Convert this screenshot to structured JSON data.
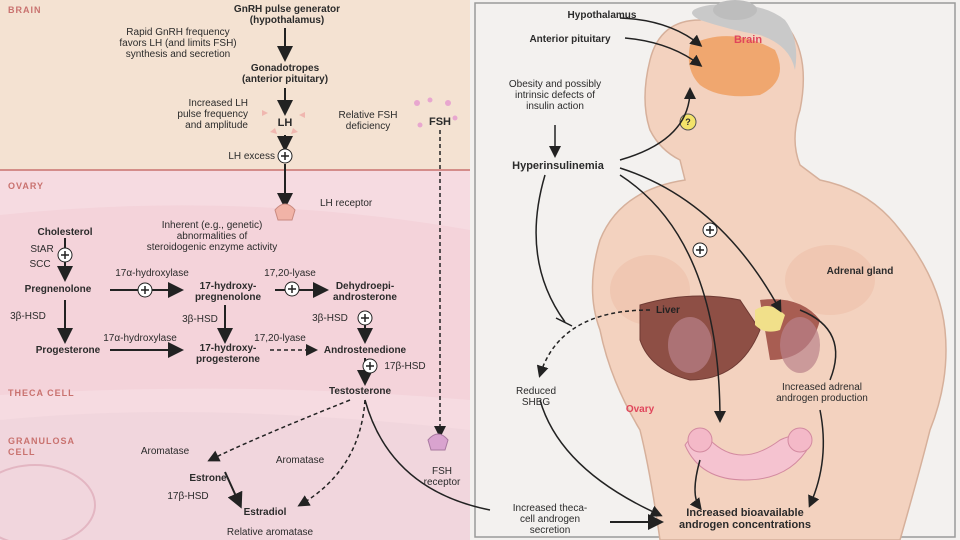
{
  "regions": {
    "brain": "BRAIN",
    "ovary": "OVARY",
    "theca": "THECA CELL",
    "granulosa": "GRANULOSA\nCELL"
  },
  "left": {
    "gnrh": "GnRH pulse generator\n(hypothalamus)",
    "rapid": "Rapid GnRH frequency\nfavors LH (and limits FSH)\nsynthesis and secretion",
    "gonadotropes": "Gonadotropes\n(anterior pituitary)",
    "increased_lh": "Increased LH\npulse frequency\nand amplitude",
    "lh": "LH",
    "relative_fsh": "Relative FSH\ndeficiency",
    "fsh": "FSH",
    "lh_excess": "LH excess",
    "lh_receptor": "LH receptor",
    "cholesterol": "Cholesterol",
    "inherent": "Inherent (e.g., genetic)\nabnormalities of\nsteroidogenic enzyme activity",
    "star": "StAR",
    "scc": "SCC",
    "hydroxylase_top": "17α-hydroxylase",
    "lyase_top": "17,20-lyase",
    "pregnenolone": "Pregnenolone",
    "oh_preg": "17-hydroxy-\npregnenolone",
    "dhea": "Dehydroepi-\nandrosterone",
    "hsd_a": "3β-HSD",
    "hsd_b": "3β-HSD",
    "hsd_c": "3β-HSD",
    "hydroxylase_bot": "17α-hydroxylase",
    "lyase_bot": "17,20-lyase",
    "progesterone": "Progesterone",
    "oh_prog": "17-hydroxy-\nprogesterone",
    "androstenedione": "Androstenedione",
    "hsd17_a": "17β-HSD",
    "testosterone": "Testosterone",
    "aromatase_a": "Aromatase",
    "aromatase_b": "Aromatase",
    "estrone": "Estrone",
    "hsd17_b": "17β-HSD",
    "estradiol": "Estradiol",
    "relative_aromatase": "Relative aromatase",
    "fsh_receptor": "FSH\nreceptor"
  },
  "right": {
    "hypothalamus": "Hypothalamus",
    "anterior_pituitary": "Anterior pituitary",
    "brain": "Brain",
    "obesity": "Obesity and possibly\nintrinsic defects of\ninsulin action",
    "question": "?",
    "hyperinsulinemia": "Hyperinsulinemia",
    "adrenal": "Adrenal gland",
    "liver": "Liver",
    "reduced_shbg": "Reduced\nSHBG",
    "increased_adrenal": "Increased adrenal\nandrogen production",
    "ovary": "Ovary",
    "theca_secretion": "Increased theca-\ncell androgen\nsecretion",
    "bioavailable": "Increased bioavailable\nandrogen concentrations"
  },
  "colors": {
    "brain_panel": "#f4e2d2",
    "ovary_panel": "#f6dbe1",
    "right_bg": "#f3f1ef",
    "brain_organ": "#f0a266",
    "liver": "#8e4f45",
    "accent_pink": "#e0455b"
  }
}
